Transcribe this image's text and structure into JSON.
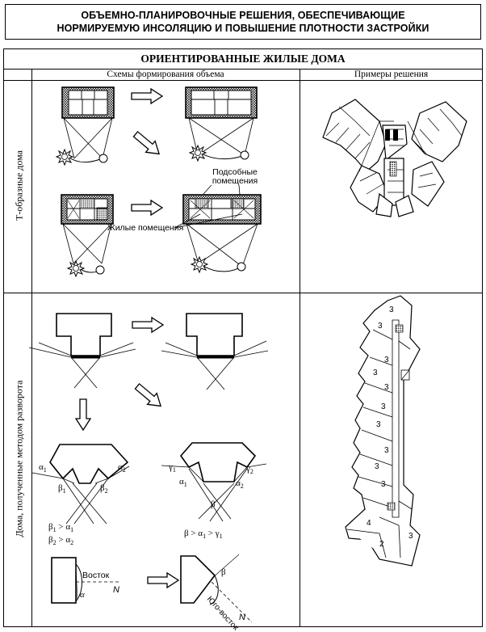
{
  "header": {
    "title_line1": "ОБЪЕМНО-ПЛАНИРОВОЧНЫЕ РЕШЕНИЯ, ОБЕСПЕЧИВАЮЩИЕ",
    "title_line2": "НОРМИРУЕМУЮ ИНСОЛЯЦИЮ И ПОВЫШЕНИЕ ПЛОТНОСТИ ЗАСТРОЙКИ"
  },
  "table": {
    "section_title": "ОРИЕНТИРОВАННЫЕ ЖИЛЫЕ ДОМА",
    "col_schemes": "Схемы формирования объема",
    "col_examples": "Примеры решения",
    "row1_label": "Т-образные дома",
    "row2_label": "Дома, полученные методом разворота"
  },
  "labels": {
    "auxiliary_rooms": [
      "Подсобные",
      "помещения"
    ],
    "living_rooms": "Жилые помещения",
    "alpha1": "α",
    "alpha2": "α",
    "beta1": "β",
    "beta2": "β",
    "gamma1": "γ",
    "gamma2": "γ",
    "sub1": "1",
    "sub2": "2",
    "beta": "β",
    "ineq1": "β",
    "ineq1b": " > α",
    "ineq2": "β",
    "ineq2b": " > α",
    "ineq3": "β > α",
    "ineq3b": " > γ",
    "east": "Восток",
    "south_east": "Юго-восток",
    "north": "N",
    "room3": "3",
    "room4": "4",
    "room2": "2"
  }
}
